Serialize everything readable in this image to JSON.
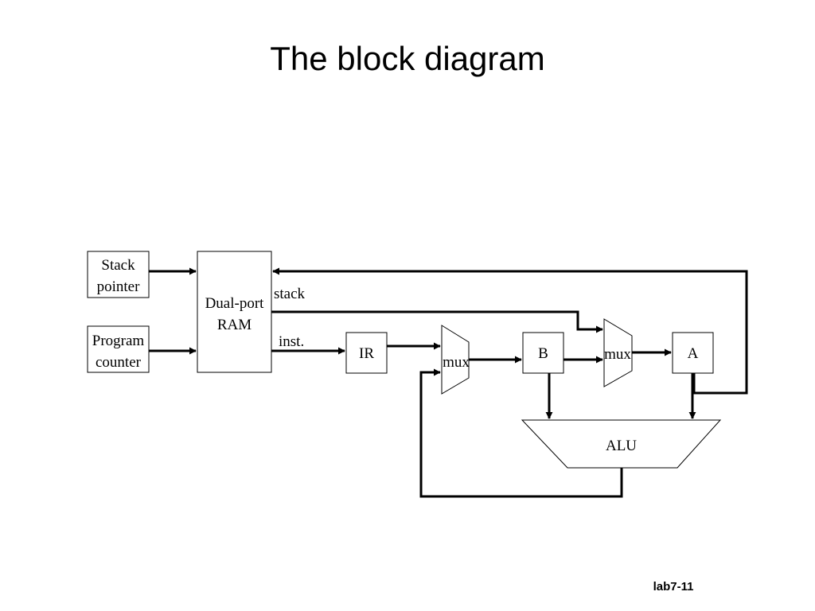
{
  "slide": {
    "title": "The block diagram",
    "footer": "lab7-11"
  },
  "diagram": {
    "stack_pointer": [
      "Stack",
      "pointer"
    ],
    "program_counter": [
      "Program",
      "counter"
    ],
    "ram": [
      "Dual-port",
      "RAM"
    ],
    "ir": "IR",
    "mux_left": "mux",
    "mux_right": "mux",
    "reg_b": "B",
    "reg_a": "A",
    "alu": "ALU",
    "signal_stack": "stack",
    "signal_inst": "inst."
  }
}
